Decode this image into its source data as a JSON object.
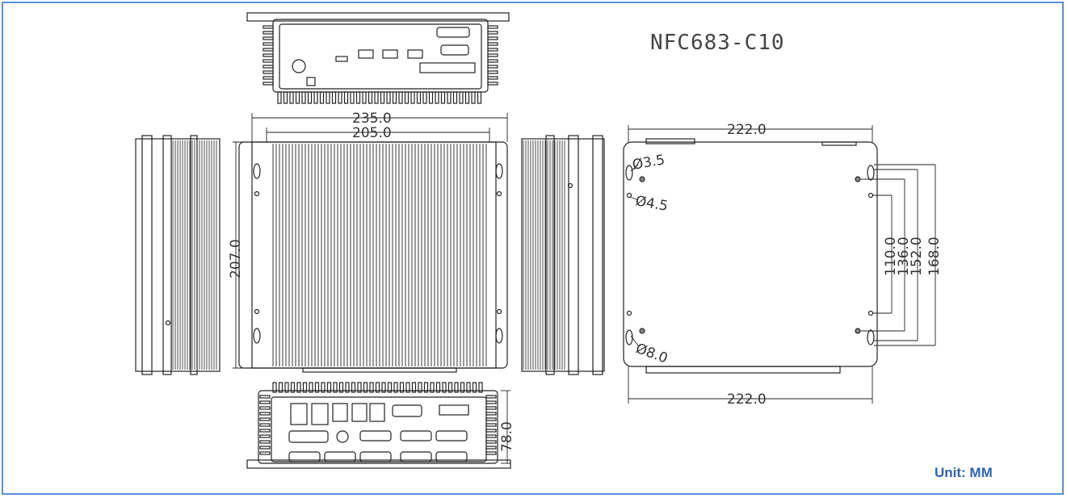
{
  "model": "NFC683-C10",
  "unit_label": "Unit: MM",
  "dimensions": {
    "width_outer": "235.0",
    "width_inner": "205.0",
    "height_front": "207.0",
    "depth_side": "78.0",
    "top_width_1": "222.0",
    "top_width_2": "222.0",
    "hole_1": "Ø3.5",
    "hole_2": "Ø4.5",
    "hole_3": "Ø8.0",
    "spacing_1": "110.0",
    "spacing_2": "136.0",
    "spacing_3": "152.0",
    "spacing_4": "168.0"
  },
  "colors": {
    "frame": "#5b8fd6",
    "unit": "#2f63b2",
    "line": "#222222"
  }
}
